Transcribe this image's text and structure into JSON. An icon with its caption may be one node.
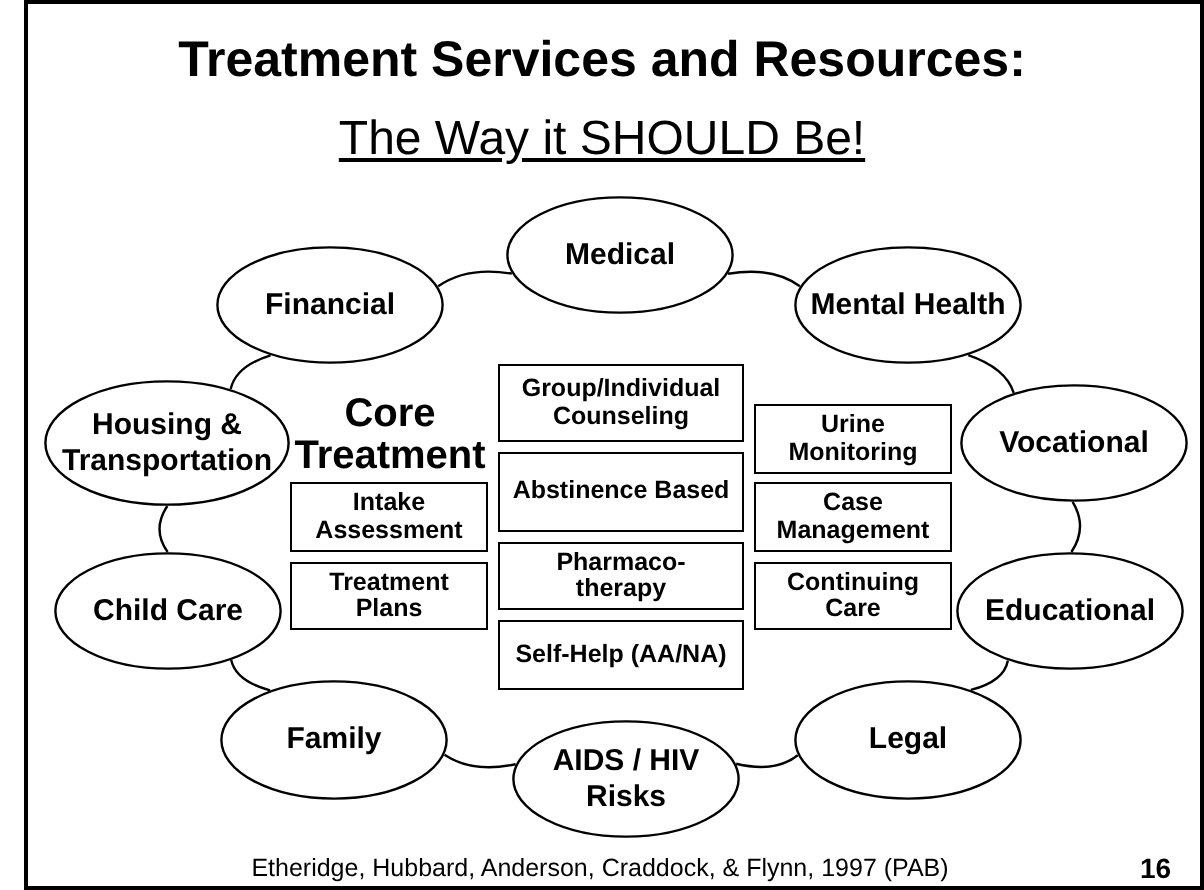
{
  "diagram": {
    "title": "Treatment Services and Resources:",
    "caption": "Etheridge, Hubbard, Anderson, Craddock, & Flynn, 1997 (PAB)",
    "nodes": [
      {
        "text": [
          "Medical"
        ]
      },
      {
        "text": [
          "Financial"
        ]
      },
      {
        "text": [
          "Mental Health"
        ]
      },
      {
        "text": [
          "Housing & Transportation"
        ]
      },
      {
        "text": [
          "Group/Individual Counseling"
        ]
      },
      {
        "text": [
          "Urine Monitoring"
        ]
      },
      {
        "text": [
          "Vocational"
        ]
      },
      {
        "text": [
          "Abstinence Based"
        ]
      },
      {
        "text": [
          "Intake Assessment"
        ]
      },
      {
        "text": [
          "Case Management"
        ]
      },
      {
        "text": [
          "Child Care"
        ]
      },
      {
        "text": [
          "Treatment Plans"
        ]
      },
      {
        "text": [
          "Pharmaco- therapy"
        ]
      },
      {
        "text": [
          "Continuing Care"
        ]
      },
      {
        "text": [
          "Educational"
        ]
      },
      {
        "text": [
          "Self-Help (AA/NA)"
        ]
      },
      {
        "text": [
          "Family"
        ]
      },
      {
        "text": [
          "Legal"
        ]
      },
      {
        "text": [
          "AIDS / HIV Risks"
        ]
      }
    ],
    "edges": [
      {
        "from": 0,
        "to": 2,
        "arrow": "none"
      },
      {
        "from": 2,
        "to": 6,
        "arrow": "none"
      },
      {
        "from": 6,
        "to": 14,
        "arrow": "none"
      },
      {
        "from": 14,
        "to": 17,
        "arrow": "none"
      },
      {
        "from": 17,
        "to": 18,
        "arrow": "none"
      },
      {
        "from": 18,
        "to": 16,
        "arrow": "none"
      },
      {
        "from": 16,
        "to": 10,
        "arrow": "none"
      },
      {
        "from": 10,
        "to": 3,
        "arrow": "none"
      },
      {
        "from": 3,
        "to": 1,
        "arrow": "none"
      },
      {
        "from": 1,
        "to": 0,
        "arrow": "none"
      }
    ],
    "labels": [
      "The Way it SHOULD Be!",
      "Core Treatment",
      "16"
    ]
  }
}
